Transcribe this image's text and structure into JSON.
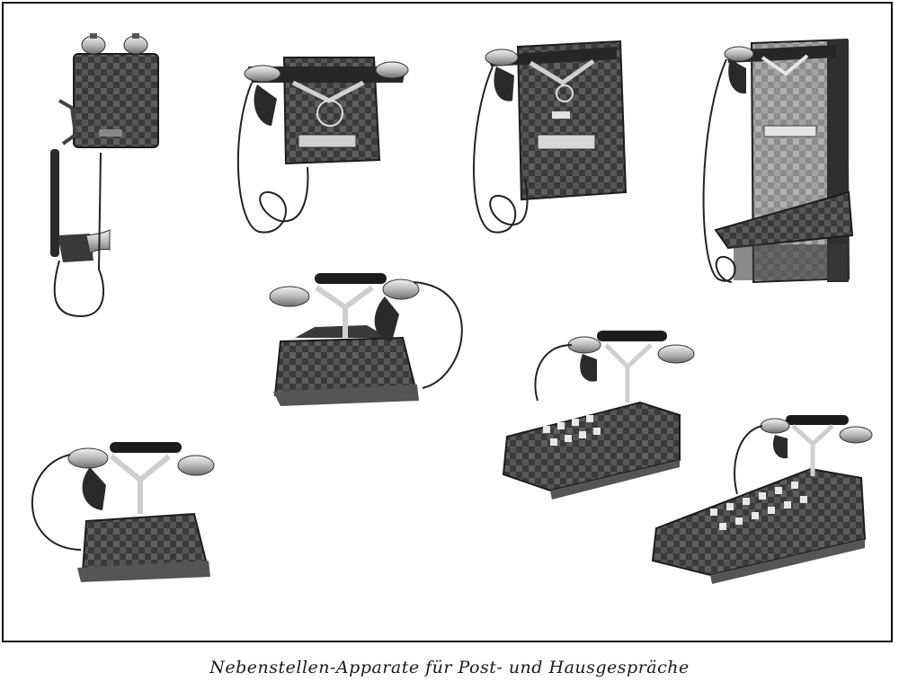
{
  "caption": "Nebenstellen-Apparate für Post- und Hausgespräche",
  "illustration": {
    "telephones": [
      {
        "name": "wall-telephone-with-bells"
      },
      {
        "name": "wall-telephone-with-keys"
      },
      {
        "name": "wall-telephone-cabinet"
      },
      {
        "name": "wall-telephone-with-desk"
      },
      {
        "name": "desk-telephone-center"
      },
      {
        "name": "desk-telephone-switchboard-small"
      },
      {
        "name": "desk-telephone-left"
      },
      {
        "name": "desk-telephone-switchboard-large"
      }
    ]
  },
  "colors": {
    "ink": "#1c1c1c",
    "dark": "#2a2a2a",
    "mid": "#4a4a4a",
    "light": "#8a8a8a",
    "metal": "#c9c9c9",
    "paper": "#ffffff"
  }
}
